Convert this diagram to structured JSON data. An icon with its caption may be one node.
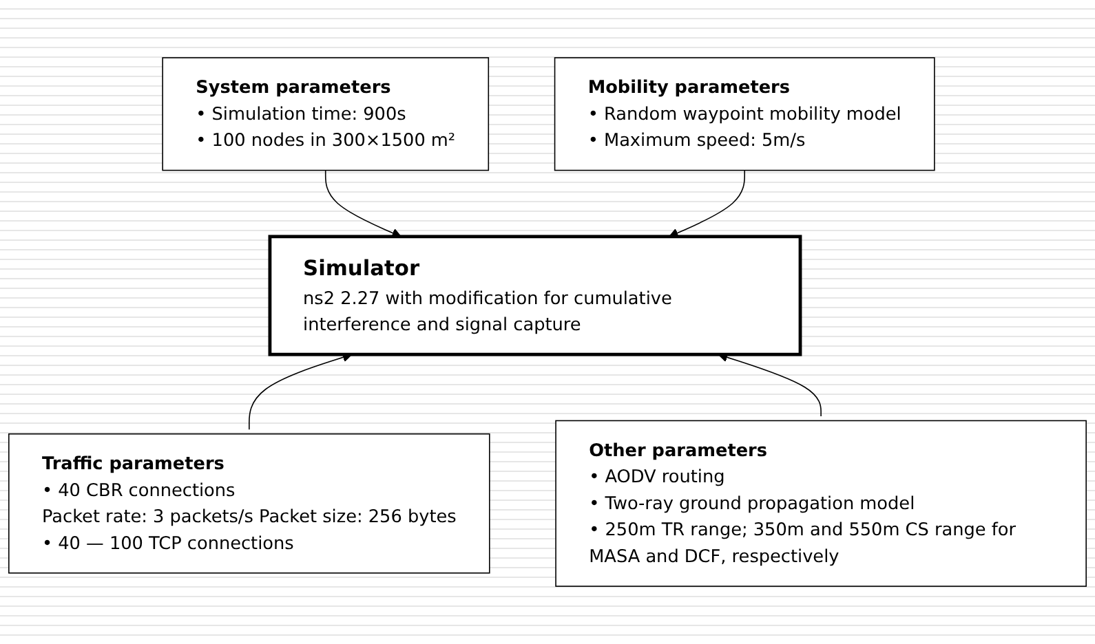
{
  "diagram": {
    "nodes": [
      {
        "text": [
          "System parameters",
          "• Simulation time: 900s",
          "• 100 nodes in 300×1500 m²"
        ]
      },
      {
        "text": [
          "Mobility parameters",
          "• Random waypoint mobility model",
          "• Maximum speed: 5m/s"
        ]
      },
      {
        "text": [
          "Simulator",
          "ns2 2.27 with modification for cumulative interference and signal capture"
        ]
      },
      {
        "text": [
          "Traffic parameters",
          "• 40 CBR connections",
          "Packet rate: 3 packets/s   Packet size: 256 bytes",
          "• 40 — 100 TCP connections"
        ]
      },
      {
        "text": [
          "Other parameters",
          "• AODV routing",
          "• Two-ray ground propagation model",
          "• 250m TR range; 350m and 550m CS range for MASA and DCF, respectively"
        ]
      }
    ],
    "edges": [
      {
        "from": 0,
        "to": 2,
        "arrow": "to"
      },
      {
        "from": 1,
        "to": 2,
        "arrow": "to"
      },
      {
        "from": 3,
        "to": 2,
        "arrow": "to"
      },
      {
        "from": 4,
        "to": 2,
        "arrow": "to"
      }
    ]
  }
}
